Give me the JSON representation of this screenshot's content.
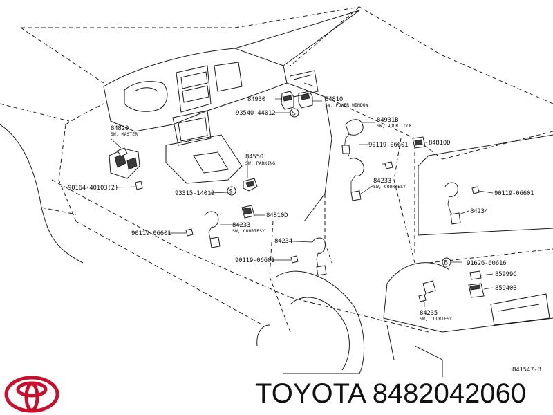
{
  "diagram": {
    "parts": [
      {
        "id": "84930",
        "desc": ""
      },
      {
        "id": "84810",
        "desc": "SW, POWER WINDOW"
      },
      {
        "id": "93540-44012",
        "desc": ""
      },
      {
        "id": "84931B",
        "desc": "SW, DOOR LOCK"
      },
      {
        "id": "84820",
        "desc": "SW, MASTER"
      },
      {
        "id": "90119-06601",
        "desc": ""
      },
      {
        "id": "84810D",
        "desc": ""
      },
      {
        "id": "84550",
        "desc": "SW, PARKING"
      },
      {
        "id": "90164-40103(2)",
        "desc": ""
      },
      {
        "id": "84233",
        "desc": "SW, COURTESY"
      },
      {
        "id": "93315-14012",
        "desc": ""
      },
      {
        "id": "84810D",
        "desc": ""
      },
      {
        "id": "90119-06601",
        "desc": ""
      },
      {
        "id": "84233",
        "desc": "SW, COURTESY"
      },
      {
        "id": "84234",
        "desc": ""
      },
      {
        "id": "90119-06601",
        "desc": ""
      },
      {
        "id": "84234",
        "desc": ""
      },
      {
        "id": "90119-06601",
        "desc": ""
      },
      {
        "id": "91626-60616",
        "desc": ""
      },
      {
        "id": "85999C",
        "desc": ""
      },
      {
        "id": "85940B",
        "desc": ""
      },
      {
        "id": "84235",
        "desc": "SW, COURTESY"
      }
    ],
    "markers": {
      "s": "S",
      "b": "B"
    },
    "drawing_code": "841547-B"
  },
  "footer": {
    "brand": "TOYOTA",
    "part_number": "8482042060",
    "logo_icon": "toyota-logo-icon",
    "logo_color": "#c8102e"
  }
}
